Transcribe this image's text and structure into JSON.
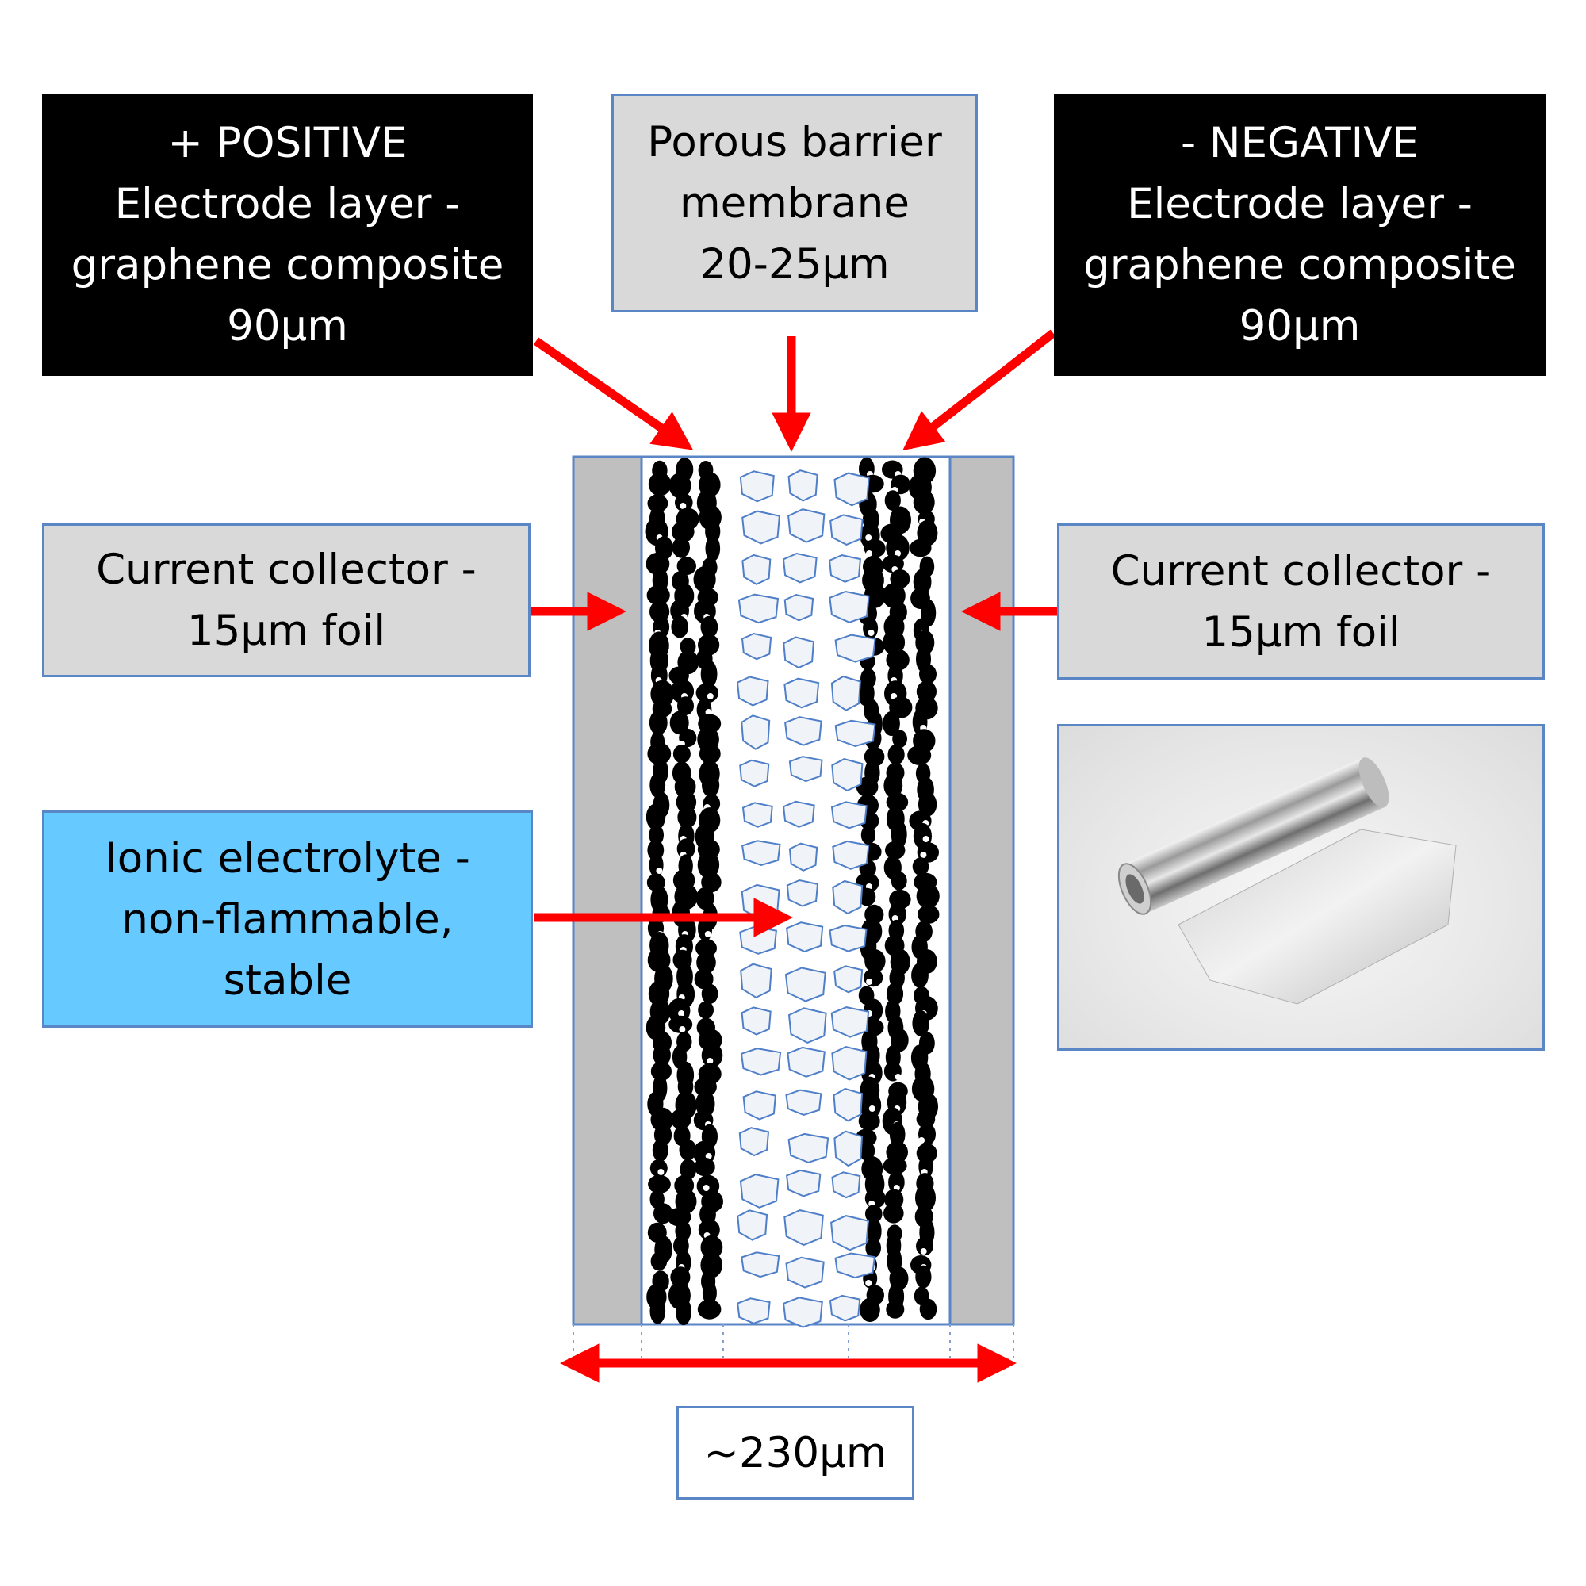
{
  "labels": {
    "positive": [
      "+ POSITIVE",
      "Electrode layer -",
      "graphene composite",
      "90µm"
    ],
    "membrane": [
      "Porous barrier",
      "membrane",
      "20-25µm"
    ],
    "negative": [
      "- NEGATIVE",
      "Electrode layer -",
      "graphene composite",
      "90µm"
    ],
    "collector_left": [
      "Current collector -",
      "15µm foil"
    ],
    "collector_right": [
      "Current collector -",
      "15µm foil"
    ],
    "electrolyte": [
      "Ionic electrolyte -",
      "non-flammable,",
      "stable"
    ],
    "thickness": "~230µm"
  },
  "colors": {
    "arrow": "#ff0000",
    "electrode_box": "#000000",
    "grey_box": "#d9d9d9",
    "electrolyte_box": "#66c9ff",
    "box_border": "#5b86c5",
    "foil_layer": "#bfbfbf"
  },
  "image": {
    "description_icon": "aluminium-foil-roll-photo"
  }
}
